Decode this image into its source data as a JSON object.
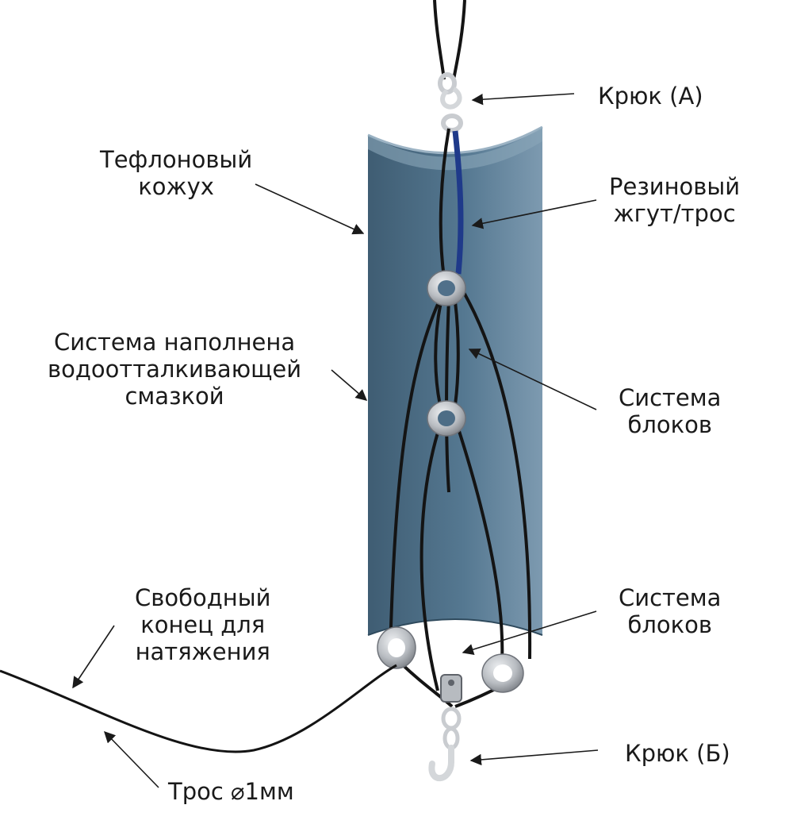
{
  "labels": {
    "hook_a": [
      "Крюк (А)"
    ],
    "teflon_casing": [
      "Тефлоновый",
      "кожух"
    ],
    "rubber_cord": [
      "Резиновый",
      "жгут/трос"
    ],
    "lubricant": [
      "Система наполнена",
      "водоотталкивающей",
      "смазкой"
    ],
    "pulley_system_upper": [
      "Система",
      "блоков"
    ],
    "pulley_system_lower": [
      "Система",
      "блоков"
    ],
    "free_end": [
      "Свободный",
      "конец для",
      "натяжения"
    ],
    "hook_b": [
      "Крюк (Б)"
    ],
    "cable": [
      "Трос ⌀1мм"
    ]
  },
  "colors": {
    "casing_dark": "#3f5d73",
    "casing_light": "#7d9ab0",
    "rubber_cord": "#1f3a8a",
    "cable": "#141414",
    "metal": "#c9ccd0"
  }
}
